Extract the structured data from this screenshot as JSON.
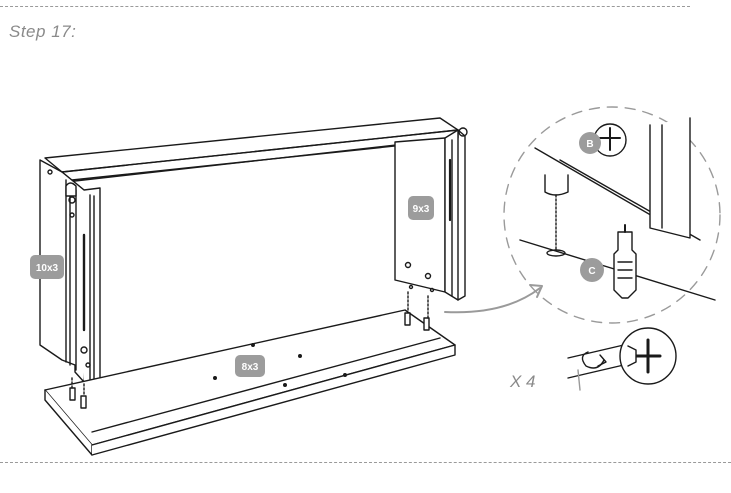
{
  "step": {
    "title": "Step 17:"
  },
  "labels": {
    "left_panel": "10x3",
    "right_panel": "9x3",
    "bottom_panel": "8x3",
    "part_b": "B",
    "part_c": "C",
    "quantity": "X 4"
  },
  "colors": {
    "line": "#1a1a1a",
    "badge": "#9c9c9c",
    "dash": "#9a9a9a",
    "accent_text": "#8a8a8a"
  },
  "icons": [
    "cam-lock-icon",
    "cam-bolt-icon",
    "screwdriver-icon",
    "rotate-arrow-icon"
  ]
}
